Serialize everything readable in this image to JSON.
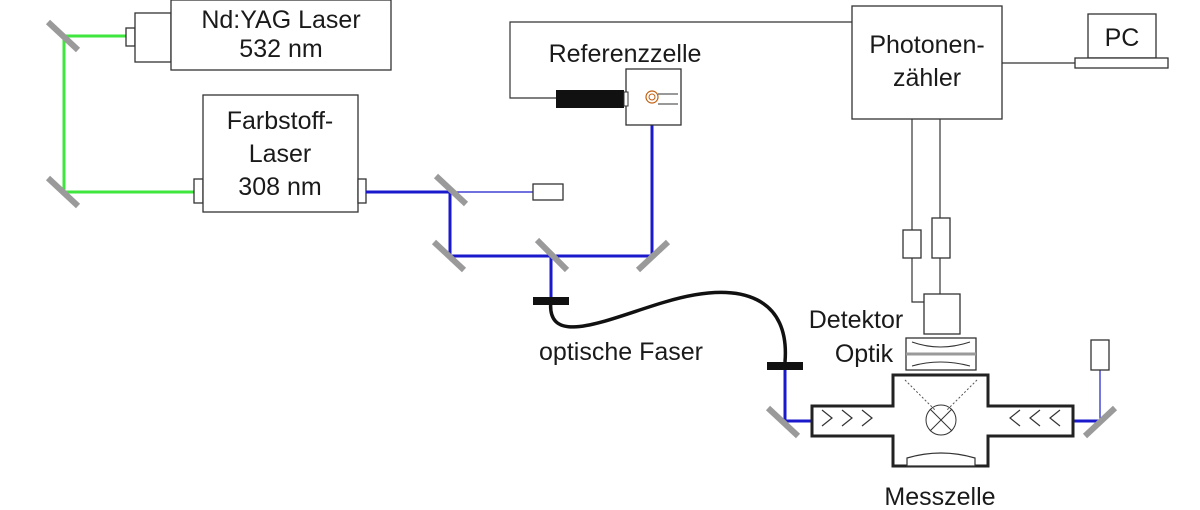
{
  "labels": {
    "ndyag_line1": "Nd:YAG Laser",
    "ndyag_line2": "532 nm",
    "dye_line1": "Farbstoff-",
    "dye_line2": "Laser",
    "dye_line3": "308 nm",
    "reference_cell": "Referenzzelle",
    "photon_counter_line1": "Photonen-",
    "photon_counter_line2": "zähler",
    "pc": "PC",
    "fiber": "optische Faser",
    "detector": "Detektor",
    "optics": "Optik",
    "measurement_cell": "Messzelle"
  },
  "colors": {
    "green_beam": "#3ee63e",
    "blue_beam": "#1a1acc",
    "mirror": "#9a9a9a",
    "outline": "#333333"
  }
}
